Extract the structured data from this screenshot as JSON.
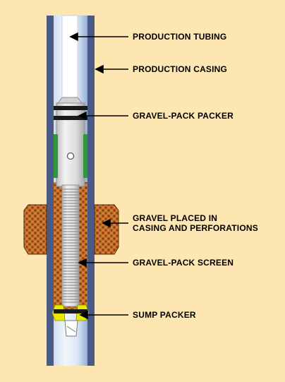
{
  "colors": {
    "background": "#fde6b1",
    "casing_wall": "#4a5a86",
    "casing_bore_light": "#e9f1fb",
    "casing_bore_dark": "#9db6db",
    "tubing": "#f4f8fc",
    "tool_body": "#e6e6e6",
    "tool_shade": "#a9a9a9",
    "packer_element": "#1a1a1a",
    "packer_slip": "#2a9a3a",
    "gravel": "#c9702a",
    "gravel_grain": "#7a3c10",
    "sump_packer": "#e8e800"
  },
  "labels": {
    "production_tubing": "PRODUCTION TUBING",
    "production_casing": "PRODUCTION CASING",
    "gravel_pack_packer": "GRAVEL-PACK PACKER",
    "gravel_placed_line1": "GRAVEL PLACED IN",
    "gravel_placed_line2": "CASING AND PERFORATIONS",
    "gravel_pack_screen": "GRAVEL-PACK SCREEN",
    "sump_packer": "SUMP PACKER"
  }
}
